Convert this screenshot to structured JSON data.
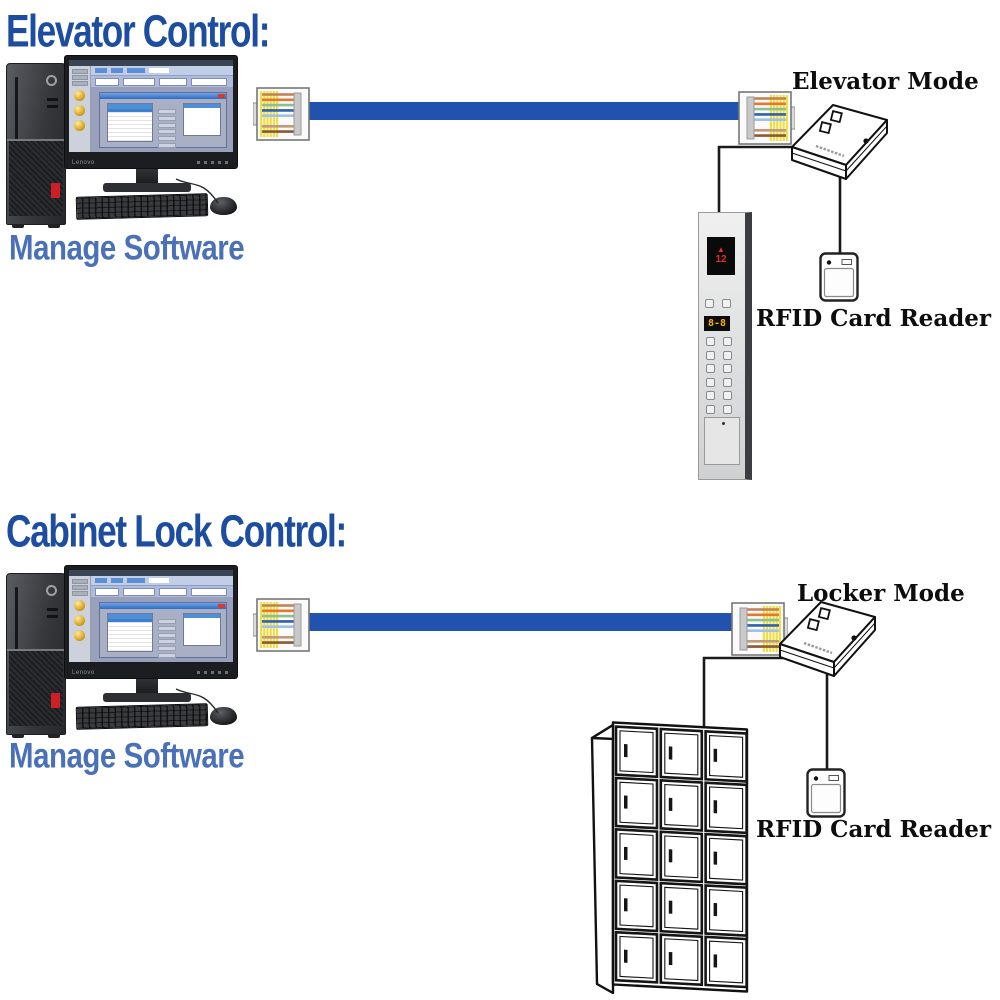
{
  "colors": {
    "heading_blue": "#1c4da0",
    "software_label_blue": "#4a70b8",
    "cable_blue": "#2152b0",
    "wire_black": "#1a1a1a",
    "lenovo_badge_red": "#cf1f26"
  },
  "screen": {
    "list_rows": 14
  },
  "sections": [
    {
      "heading": "Elevator Control:",
      "computer_label": "Manage Software",
      "monitor_brand": "Lenovo",
      "controller_label": "Elevator Mode",
      "reader_label": "RFID Card Reader",
      "elevator_panel": {
        "direction_arrow": "▲",
        "floor_display": "12",
        "segment_display": "8-8",
        "button_cols": 2,
        "button_rows": 6
      }
    },
    {
      "heading": "Cabinet Lock Control:",
      "computer_label": "Manage Software",
      "monitor_brand": "Lenovo",
      "controller_label": "Locker Mode",
      "reader_label": "RFID Card Reader",
      "locker_cabinet": {
        "columns": 3,
        "rows": 5
      }
    }
  ]
}
